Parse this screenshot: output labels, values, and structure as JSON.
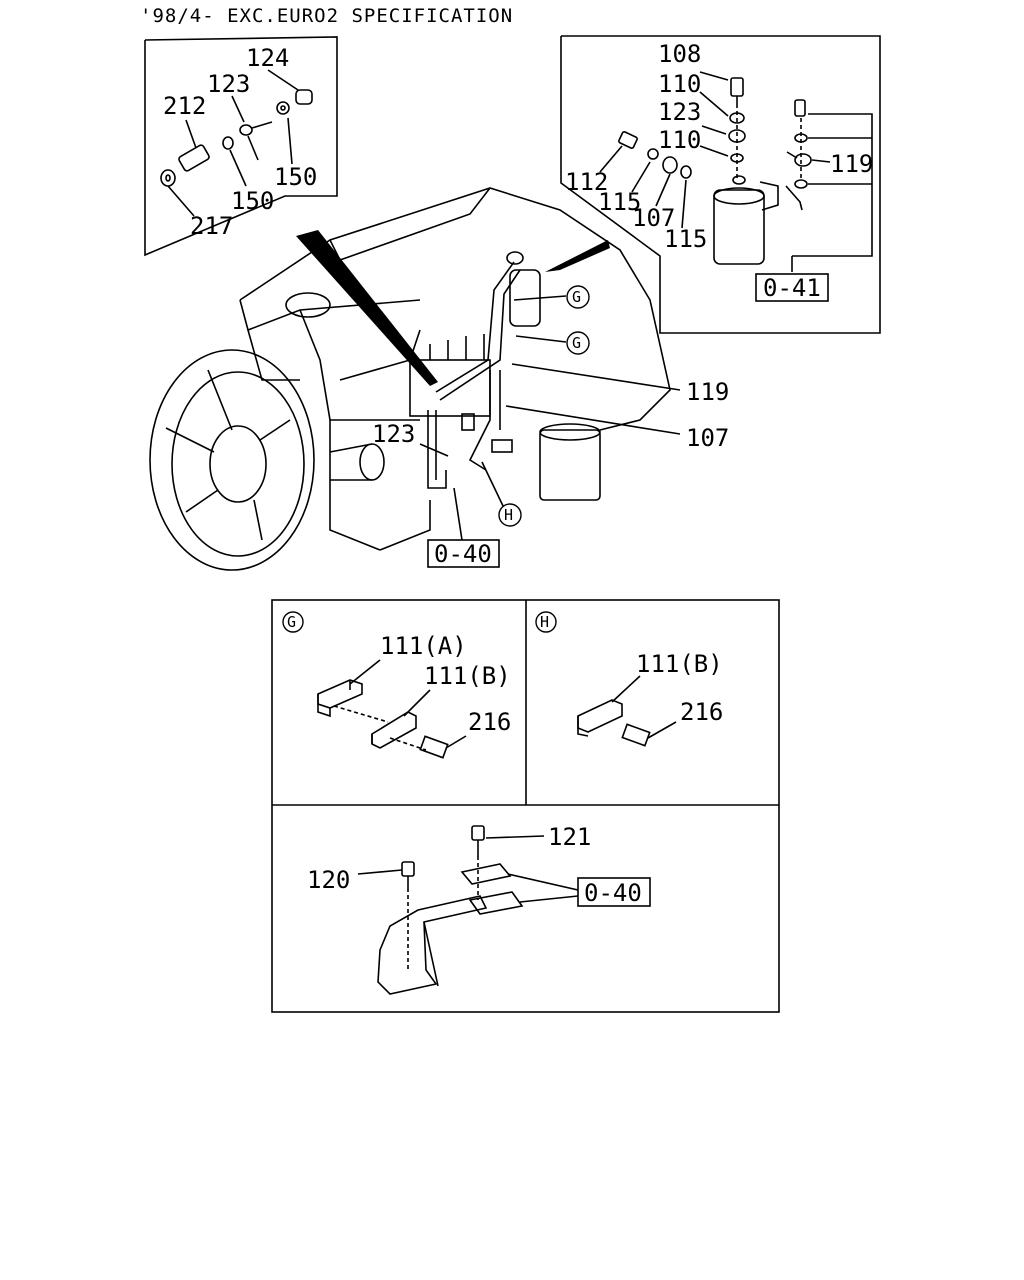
{
  "header": {
    "title": "'98/4- EXC.EURO2 SPECIFICATION"
  },
  "labels": {
    "inset_tl": {
      "p124": "124",
      "p123": "123",
      "p212": "212",
      "p150a": "150",
      "p150b": "150",
      "p217": "217"
    },
    "inset_tr": {
      "p108": "108",
      "p110a": "110",
      "p123": "123",
      "p110b": "110",
      "p112": "112",
      "p115a": "115",
      "p107": "107",
      "p115b": "115",
      "p119": "119",
      "ref": "0-41"
    },
    "main": {
      "g1": "G",
      "g2": "G",
      "p119": "119",
      "p107": "107",
      "p123": "123",
      "h": "H",
      "ref": "0-40"
    },
    "detail_g": {
      "tag": "G",
      "p111a": "111(A)",
      "p111b": "111(B)",
      "p216": "216"
    },
    "detail_h": {
      "tag": "H",
      "p111b": "111(B)",
      "p216": "216"
    },
    "detail_bottom": {
      "p121": "121",
      "p120": "120",
      "ref": "0-40"
    }
  }
}
